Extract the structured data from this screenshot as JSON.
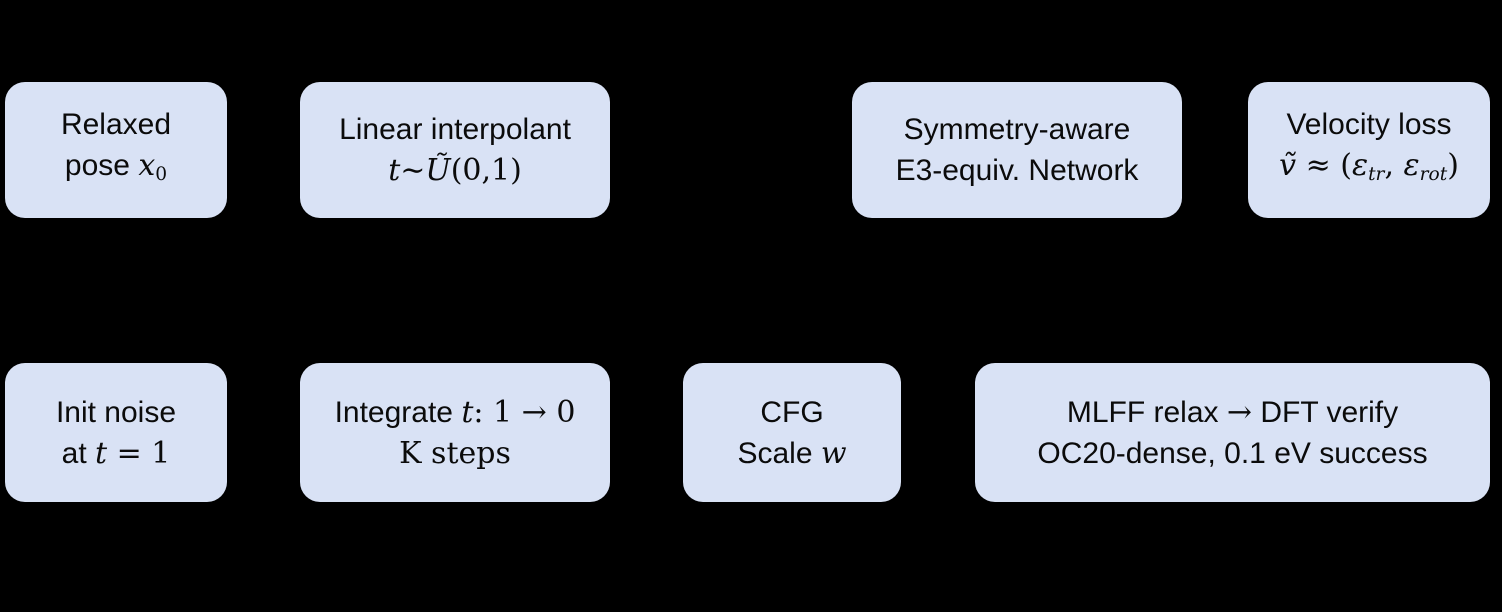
{
  "colors": {
    "background": "#000000",
    "box_fill": "#d9e2f5",
    "text": "#0b0b0b"
  },
  "boxes": {
    "relaxed_pose": {
      "line1": "Relaxed",
      "pose_label": "pose ",
      "x_symbol": "x",
      "x_subscript": "0"
    },
    "linear_interpolant": {
      "line1": "Linear interpolant",
      "t_symbol": "t",
      "tilde_operator": "∼",
      "u_symbol": "Ũ",
      "args": "(0,1)"
    },
    "symmetry_network": {
      "line1": "Symmetry-aware",
      "line2": "E3-equiv. Network"
    },
    "velocity_loss": {
      "line1": "Velocity loss",
      "v_symbol": "ṽ",
      "approx_open": " ≈ (",
      "epsilon1": "ε",
      "epsilon1_subscript": "tr",
      "comma": ", ",
      "epsilon2": "ε",
      "epsilon2_subscript": "rot",
      "close_paren": ")"
    },
    "init_noise": {
      "line1": "Init noise",
      "at_label": "at ",
      "t_symbol": "t",
      "equals_one": " = 1"
    },
    "integrate": {
      "word": "Integrate ",
      "t_symbol": "t",
      "range": ": 1 → 0",
      "line2": "K steps"
    },
    "cfg_scale": {
      "line1": "CFG",
      "scale_label": "Scale ",
      "w_symbol": "w"
    },
    "mlff_dft": {
      "part1": "MLFF relax ",
      "arrow": "→",
      "part2": " DFT verify",
      "line2": "OC20-dense, 0.1 eV success"
    }
  }
}
